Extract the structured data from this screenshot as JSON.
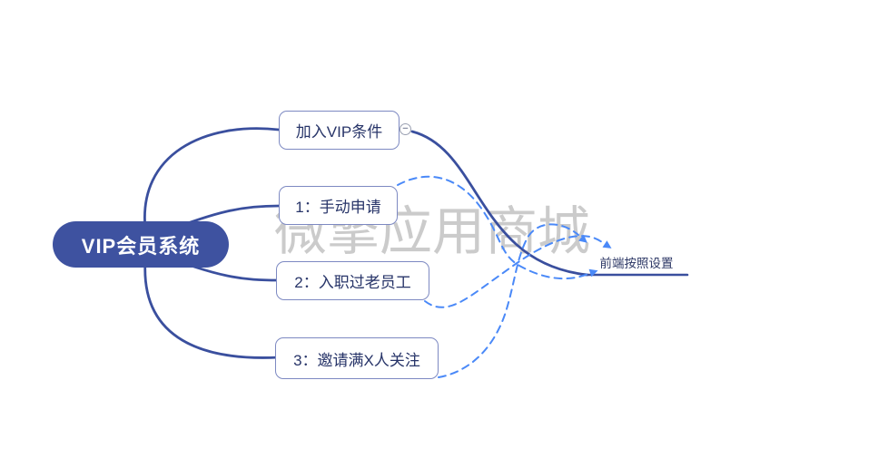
{
  "watermark": {
    "text": "微擎应用商城"
  },
  "root": {
    "label": "VIP会员系统"
  },
  "branches": [
    {
      "label": "加入VIP条件"
    },
    {
      "label": "1：手动申请"
    },
    {
      "label": "2：入职过老员工"
    },
    {
      "label": "3：邀请满X人关注"
    }
  ],
  "detail": {
    "label": "前端按照设置"
  },
  "collapse": {
    "symbol": "−"
  },
  "colors": {
    "background": "#FFFFFF",
    "root_fill": "#3E52A0",
    "root_text": "#FFFFFF",
    "branch_border": "#7D89C2",
    "branch_text": "#283569",
    "tree_line": "#3A4F9E",
    "relation_line": "#4A89F8",
    "watermark_text": "#CBCBCB",
    "collapse_icon": "#999FB1"
  }
}
